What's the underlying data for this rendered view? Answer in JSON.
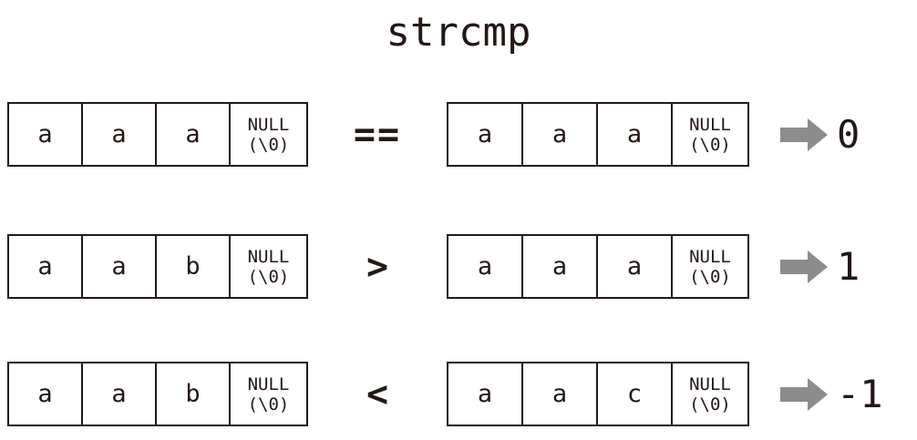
{
  "title": "strcmp",
  "colors": {
    "text": "#231815",
    "border": "#231815",
    "arrow": "#8c8c8c",
    "background": "#ffffff"
  },
  "null_cell": {
    "line1": "NULL",
    "line2": "(\\0)"
  },
  "rows": [
    {
      "left_cells": [
        "a",
        "a",
        "a"
      ],
      "operator": "==",
      "right_cells": [
        "a",
        "a",
        "a"
      ],
      "arrow": "right-arrow-icon",
      "result": "0"
    },
    {
      "left_cells": [
        "a",
        "a",
        "b"
      ],
      "operator": ">",
      "right_cells": [
        "a",
        "a",
        "a"
      ],
      "arrow": "right-arrow-icon",
      "result": "1"
    },
    {
      "left_cells": [
        "a",
        "a",
        "b"
      ],
      "operator": "<",
      "right_cells": [
        "a",
        "a",
        "c"
      ],
      "arrow": "right-arrow-icon",
      "result": "-1"
    }
  ]
}
